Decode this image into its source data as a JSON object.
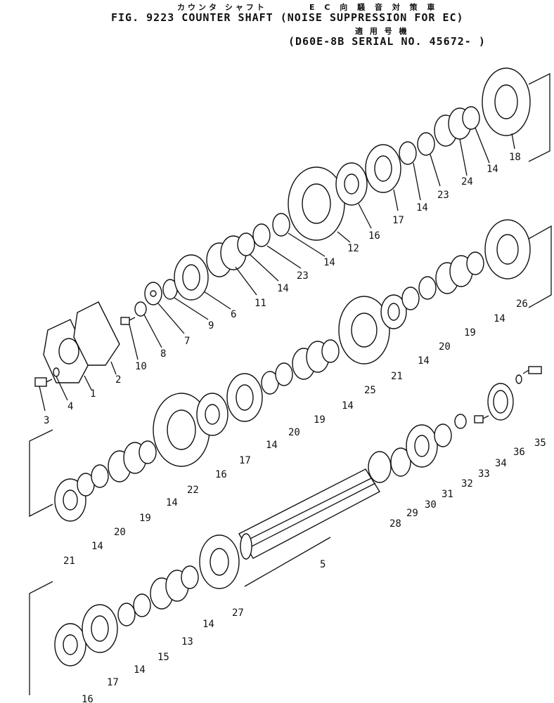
{
  "header": {
    "jp_line1a": "カウンタ シャフト",
    "jp_line1b": "E C 向 騒 音 対 策 車",
    "title": "FIG. 9223  COUNTER SHAFT (NOISE SUPPRESSION FOR EC)",
    "jp_line2": "適 用 号 機",
    "serial": "(D60E-8B SERIAL NO. 45672- )"
  },
  "callouts": [
    "1",
    "2",
    "3",
    "4",
    "5",
    "6",
    "7",
    "8",
    "9",
    "10",
    "11",
    "12",
    "13",
    "14",
    "15",
    "16",
    "17",
    "18",
    "19",
    "20",
    "21",
    "22",
    "23",
    "24",
    "25",
    "26",
    "27",
    "28",
    "29",
    "30",
    "31",
    "32",
    "33",
    "34",
    "35",
    "36"
  ]
}
